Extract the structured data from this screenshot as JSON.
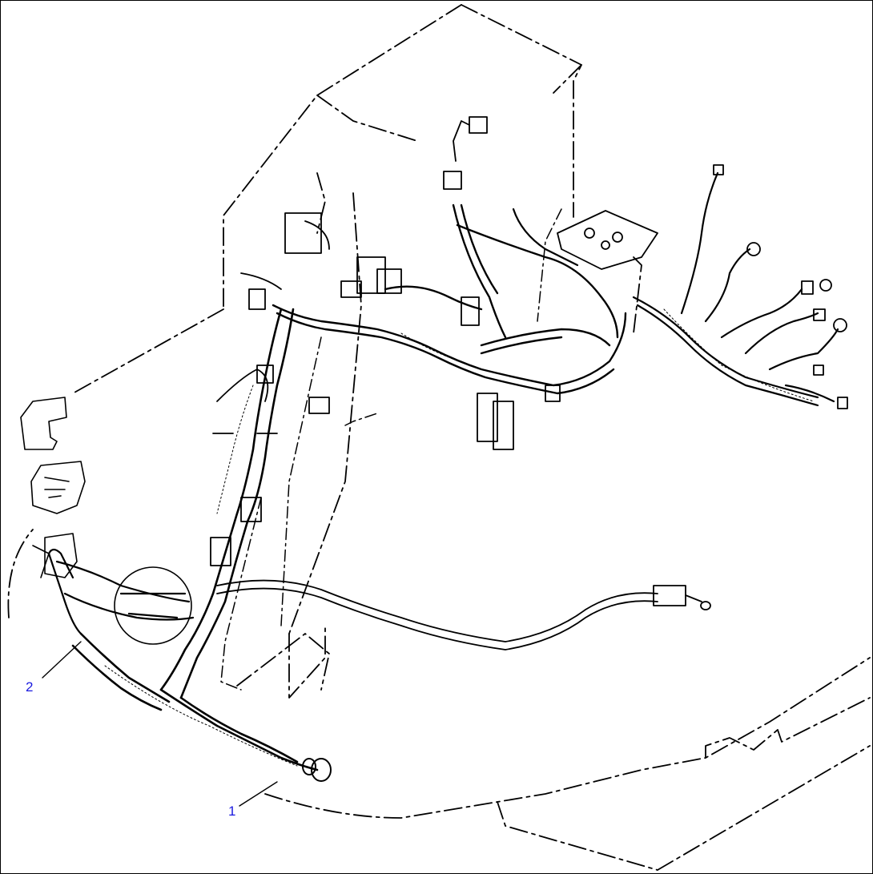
{
  "diagram": {
    "callouts": [
      {
        "id": "1",
        "label": "1"
      },
      {
        "id": "2",
        "label": "2"
      }
    ],
    "colors": {
      "line": "#000000",
      "callout_text": "#1a1adf",
      "background": "#ffffff"
    }
  }
}
